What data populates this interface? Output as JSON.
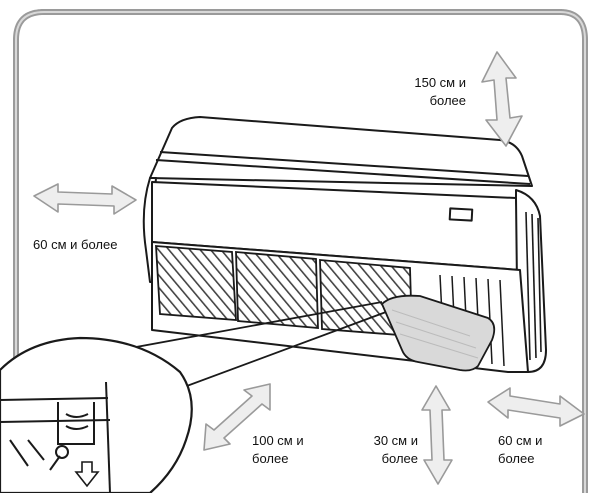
{
  "colors": {
    "frame": "#9a9a9a",
    "line": "#1a1a1a",
    "hatch": "#555555",
    "arrow_fill": "#eeeeee",
    "arrow_stroke": "#9a9a9a"
  },
  "clearances": {
    "top": {
      "line1": "150 см и",
      "line2": "более"
    },
    "left": {
      "line1": "60 см и более"
    },
    "front": {
      "line1": "100 см и",
      "line2": "более"
    },
    "below": {
      "line1": "30 см и",
      "line2": "более"
    },
    "right": {
      "line1": "60 см и",
      "line2": "более"
    }
  },
  "icons": [
    "double-arrow-icon",
    "air-conditioner-unit-icon",
    "magnifier-detail-icon"
  ]
}
